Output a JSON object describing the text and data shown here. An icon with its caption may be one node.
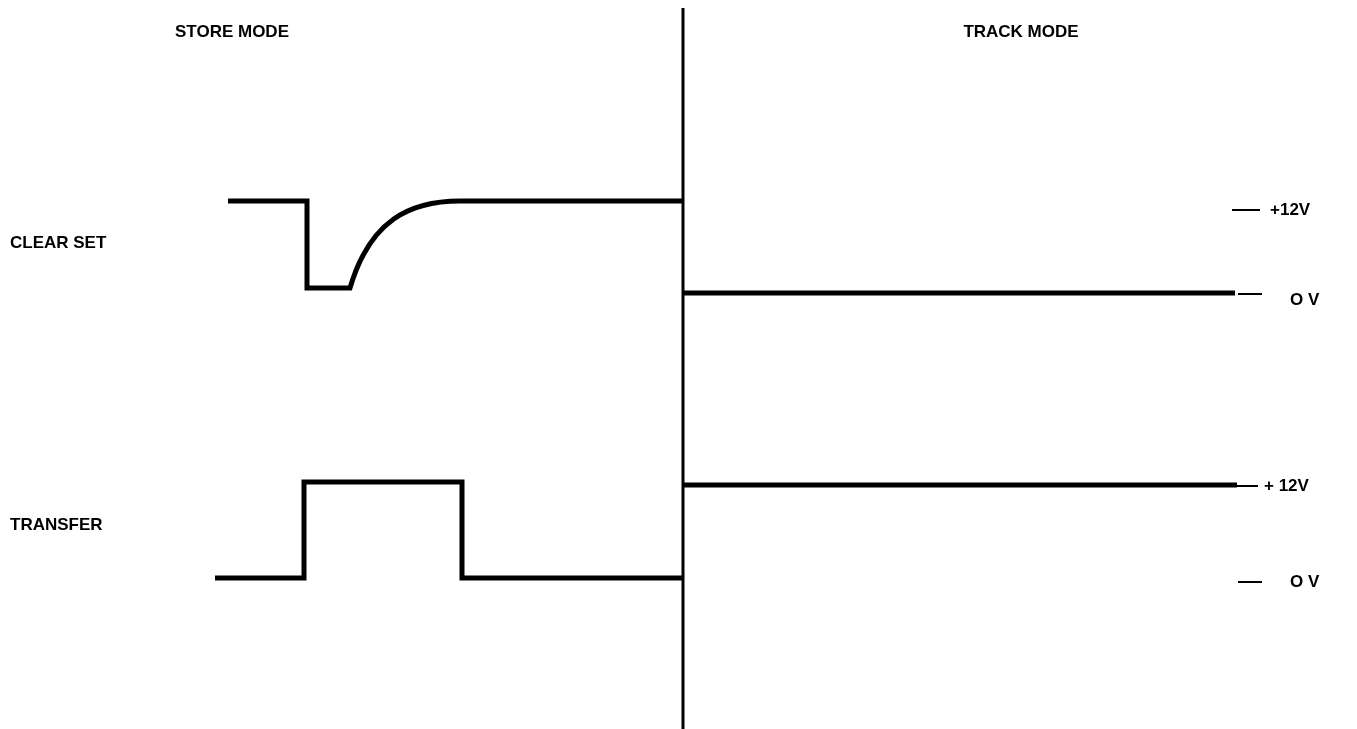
{
  "diagram": {
    "labels": [
      "STORE MODE",
      "TRACK MODE",
      "+12V",
      "CLEAR SET",
      "O V",
      "+ 12V",
      "TRANSFER",
      "O V"
    ]
  }
}
